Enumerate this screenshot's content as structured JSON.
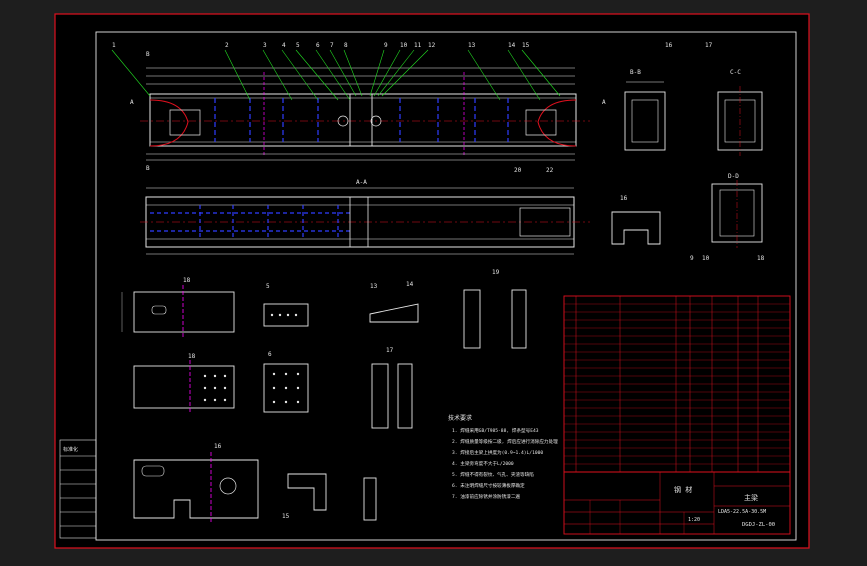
{
  "drawing": {
    "section_labels": {
      "bb": "B-B",
      "cc": "C-C",
      "dd": "D-D",
      "aa": "A-A",
      "a_left": "A",
      "a_right": "A",
      "b_top": "B",
      "b_bottom": "B"
    },
    "callouts": [
      "1",
      "2",
      "3",
      "4",
      "5",
      "6",
      "7",
      "8",
      "9",
      "10",
      "11",
      "12",
      "13",
      "14",
      "15",
      "16",
      "17"
    ],
    "detail_labels": {
      "d18": "18",
      "d18b": "18",
      "d5": "5",
      "d6": "6",
      "d16": "16",
      "d15": "15",
      "d19": "19",
      "d17": "17",
      "d13": "13",
      "d14": "14",
      "d16b": "16",
      "d9": "9",
      "d10": "10",
      "d18c": "18",
      "d20": "20",
      "d22": "22"
    },
    "notes_title": "技术要求",
    "notes": [
      "1. 焊缝采用GB/T985-88, 焊条型号E43",
      "2. 焊缝质量等级按二级, 焊后应进行消除应力处理",
      "3. 焊接后主梁上拱度为(0.9~1.4)L/1000",
      "4. 主梁旁弯度不大于L/2000",
      "5. 焊缝不得有裂纹、气孔、夹渣等缺陷",
      "6. 未注明焊缝尺寸按较薄板厚确定",
      "7. 油漆前应除锈并涂防锈漆二遍"
    ],
    "stamp_title": "标准化",
    "title_block": {
      "title": "主梁",
      "sub": "LDA5-22.5A-30.5M",
      "drawing_no": "DGDJ-ZL-00",
      "scale": "1:20",
      "part_label": "钢 材"
    }
  }
}
